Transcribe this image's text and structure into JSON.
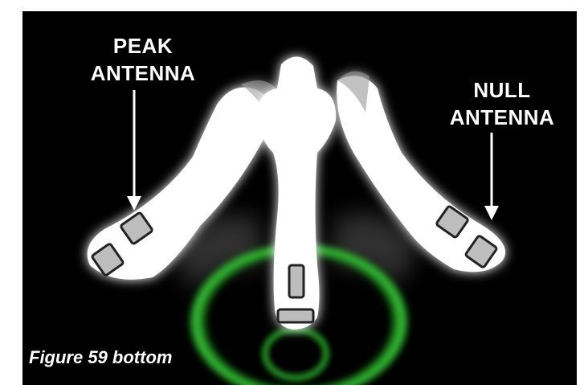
{
  "labels": {
    "peak_line1": "PEAK",
    "peak_line2": "ANTENNA",
    "null_line1": "NULL",
    "null_line2": "ANTENNA"
  },
  "caption": "Figure 59 bottom",
  "colors": {
    "background": "#000000",
    "probe_body": "#ffffff",
    "signal_glow": "#2ec52e",
    "label_text": "#ffffff"
  }
}
